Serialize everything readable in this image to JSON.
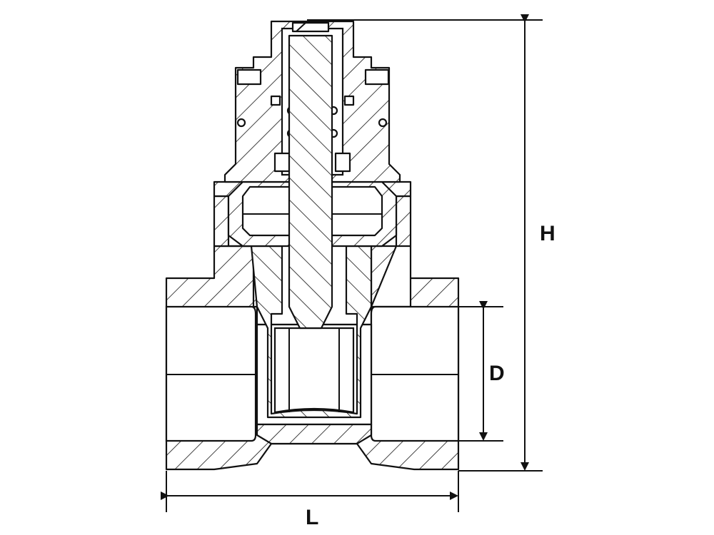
{
  "diagram": {
    "dimensions": {
      "height_label": "H",
      "diameter_label": "D",
      "length_label": "L"
    }
  }
}
